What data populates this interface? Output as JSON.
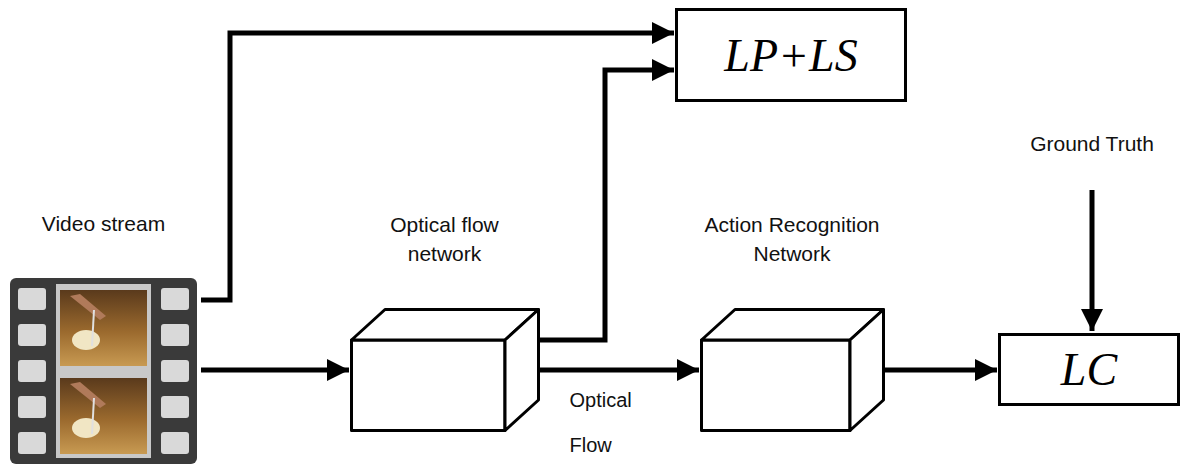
{
  "diagram": {
    "nodes": [
      {
        "text": [
          "Video stream"
        ]
      },
      {
        "text": [
          "LP+LS"
        ]
      },
      {
        "text": [
          "Optical flow network"
        ]
      },
      {
        "text": [
          "Action Recognition Network"
        ]
      },
      {
        "text": [
          "LC"
        ]
      }
    ],
    "edges": [
      {
        "from": 0,
        "to": 2,
        "arrow": "to"
      },
      {
        "from": 0,
        "to": 1,
        "arrow": "to"
      },
      {
        "from": 2,
        "to": 3,
        "label": "Optical Flow",
        "arrow": "to"
      },
      {
        "from": 2,
        "to": 1,
        "arrow": "to"
      },
      {
        "from": 3,
        "to": 4,
        "arrow": "to"
      }
    ],
    "labels": [
      "Ground Truth"
    ]
  }
}
